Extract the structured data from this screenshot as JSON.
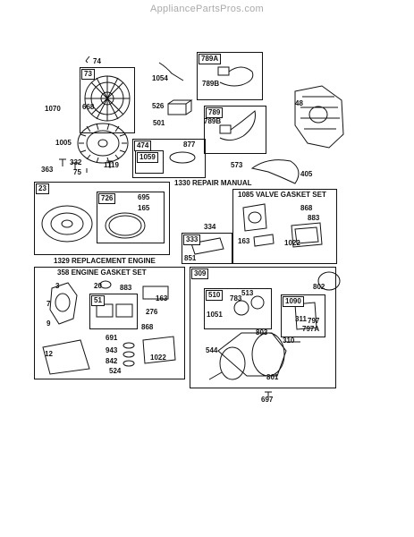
{
  "watermark": "AppliancePartsPros.com",
  "groups": {
    "g73": "73",
    "g789A": "789A",
    "g789": "789",
    "g474": "474",
    "g1059": "1059",
    "g23": "23",
    "g726": "726",
    "g1085": "1085 VALVE GASKET SET",
    "g333": "333",
    "g1329": "1329 REPLACEMENT ENGINE",
    "g1330": "1330 REPAIR MANUAL",
    "g358": "358 ENGINE GASKET SET",
    "g51": "51",
    "g309": "309",
    "g510": "510",
    "g1090": "1090"
  },
  "parts": {
    "p74": "74",
    "p1054": "1054",
    "p789B_a": "789B",
    "p789B_b": "789B",
    "p48": "48",
    "p1070": "1070",
    "p668": "668",
    "p526": "526",
    "p501": "501",
    "p1005": "1005",
    "p877": "877",
    "p363": "363",
    "p332": "332",
    "p75": "75",
    "p1119": "1119",
    "p573": "573",
    "p405": "405",
    "p695": "695",
    "p165": "165",
    "p868a": "868",
    "p883a": "883",
    "p334": "334",
    "p163a": "163",
    "p1022a": "1022",
    "p851": "851",
    "p3": "3",
    "p20": "20",
    "p883b": "883",
    "p7": "7",
    "p163b": "163",
    "p276": "276",
    "p9": "9",
    "p868b": "868",
    "p691": "691",
    "p943": "943",
    "p12": "12",
    "p842": "842",
    "p1022b": "1022",
    "p524": "524",
    "p802": "802",
    "p513": "513",
    "p783": "783",
    "p1051": "1051",
    "p311": "311",
    "p797": "797",
    "p797A": "797A",
    "p803": "803",
    "p544": "544",
    "p310": "310",
    "p801": "801",
    "p697": "697"
  }
}
